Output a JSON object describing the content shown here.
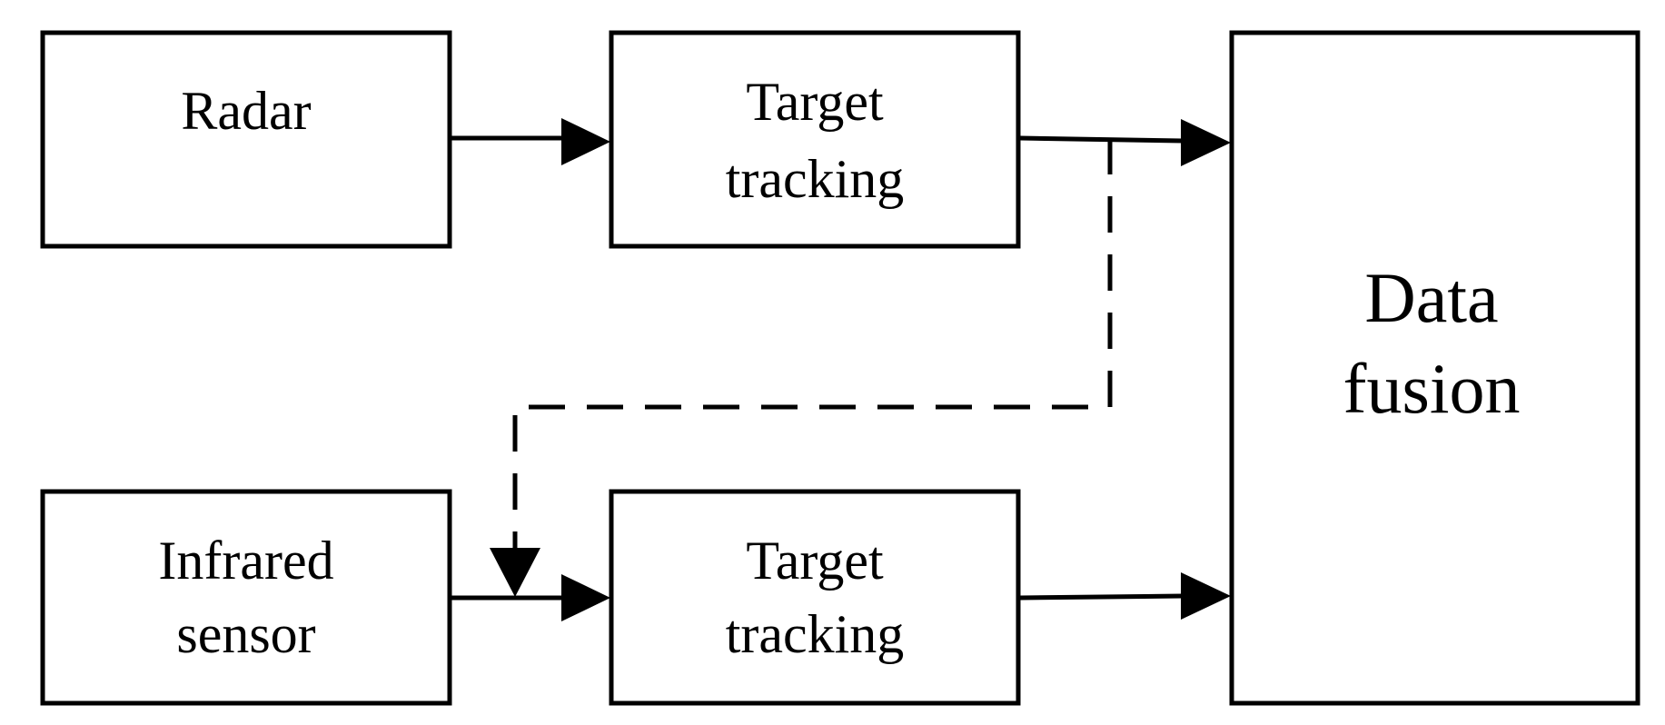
{
  "diagram": {
    "nodes": {
      "radar": {
        "label": "Radar"
      },
      "tracking_top": {
        "line1": "Target",
        "line2": "tracking"
      },
      "infrared_sensor": {
        "line1": "Infrared",
        "line2": "sensor"
      },
      "tracking_bottom": {
        "line1": "Target",
        "line2": "tracking"
      },
      "data_fusion": {
        "line1": "Data",
        "line2": "fusion"
      }
    },
    "edges": [
      {
        "from": "Radar",
        "to": "Target tracking (top)",
        "style": "solid"
      },
      {
        "from": "Target tracking (top)",
        "to": "Data fusion",
        "style": "solid"
      },
      {
        "from": "Target tracking (top)",
        "to": "Target tracking (bottom)",
        "style": "dashed"
      },
      {
        "from": "Infrared sensor",
        "to": "Target tracking (bottom)",
        "style": "solid"
      },
      {
        "from": "Target tracking (bottom)",
        "to": "Data fusion",
        "style": "solid"
      }
    ]
  }
}
